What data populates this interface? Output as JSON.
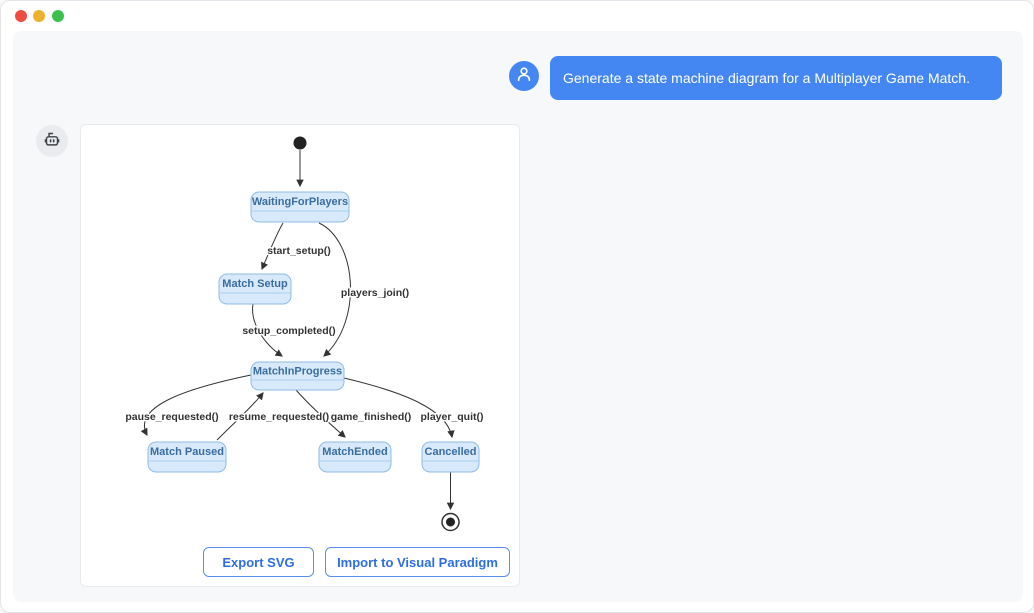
{
  "window": {
    "controls": [
      {
        "name": "close",
        "color": "#ee4d44"
      },
      {
        "name": "minimize",
        "color": "#eeb12f"
      },
      {
        "name": "zoom",
        "color": "#3ac14c"
      }
    ]
  },
  "chat": {
    "user": {
      "avatar_icon": "person-icon",
      "message": "Generate a state machine diagram for a Multiplayer Game Match."
    },
    "assistant": {
      "avatar_icon": "robot-icon"
    }
  },
  "diagram": {
    "kind": "uml-state-machine",
    "states": [
      {
        "id": "initial",
        "type": "initial",
        "label": ""
      },
      {
        "id": "WaitingForPlayers",
        "label": "WaitingForPlayers"
      },
      {
        "id": "MatchSetup",
        "label": "Match Setup"
      },
      {
        "id": "MatchInProgress",
        "label": "MatchInProgress"
      },
      {
        "id": "MatchPaused",
        "label": "Match Paused"
      },
      {
        "id": "MatchEnded",
        "label": "MatchEnded"
      },
      {
        "id": "Cancelled",
        "label": "Cancelled"
      },
      {
        "id": "final",
        "type": "final",
        "label": ""
      }
    ],
    "transitions": [
      {
        "from": "initial",
        "to": "WaitingForPlayers",
        "label": ""
      },
      {
        "from": "WaitingForPlayers",
        "to": "MatchSetup",
        "label": "start_setup()"
      },
      {
        "from": "WaitingForPlayers",
        "to": "MatchInProgress",
        "label": "players_join()"
      },
      {
        "from": "MatchSetup",
        "to": "MatchInProgress",
        "label": "setup_completed()"
      },
      {
        "from": "MatchInProgress",
        "to": "MatchPaused",
        "label": "pause_requested()"
      },
      {
        "from": "MatchPaused",
        "to": "MatchInProgress",
        "label": "resume_requested()"
      },
      {
        "from": "MatchInProgress",
        "to": "MatchEnded",
        "label": "game_finished()"
      },
      {
        "from": "MatchInProgress",
        "to": "Cancelled",
        "label": "player_quit()"
      },
      {
        "from": "Cancelled",
        "to": "final",
        "label": ""
      }
    ],
    "style": {
      "state_fill": "#d7e9fb",
      "state_border": "#8fbce4",
      "state_text_color": "#3a6d9e",
      "edge_color": "#333333"
    }
  },
  "actions": {
    "export_svg_label": "Export SVG",
    "import_vp_label": "Import to Visual Paradigm"
  },
  "theme": {
    "accent_blue": "#4486f2",
    "panel_bg": "#f6f8fa"
  }
}
